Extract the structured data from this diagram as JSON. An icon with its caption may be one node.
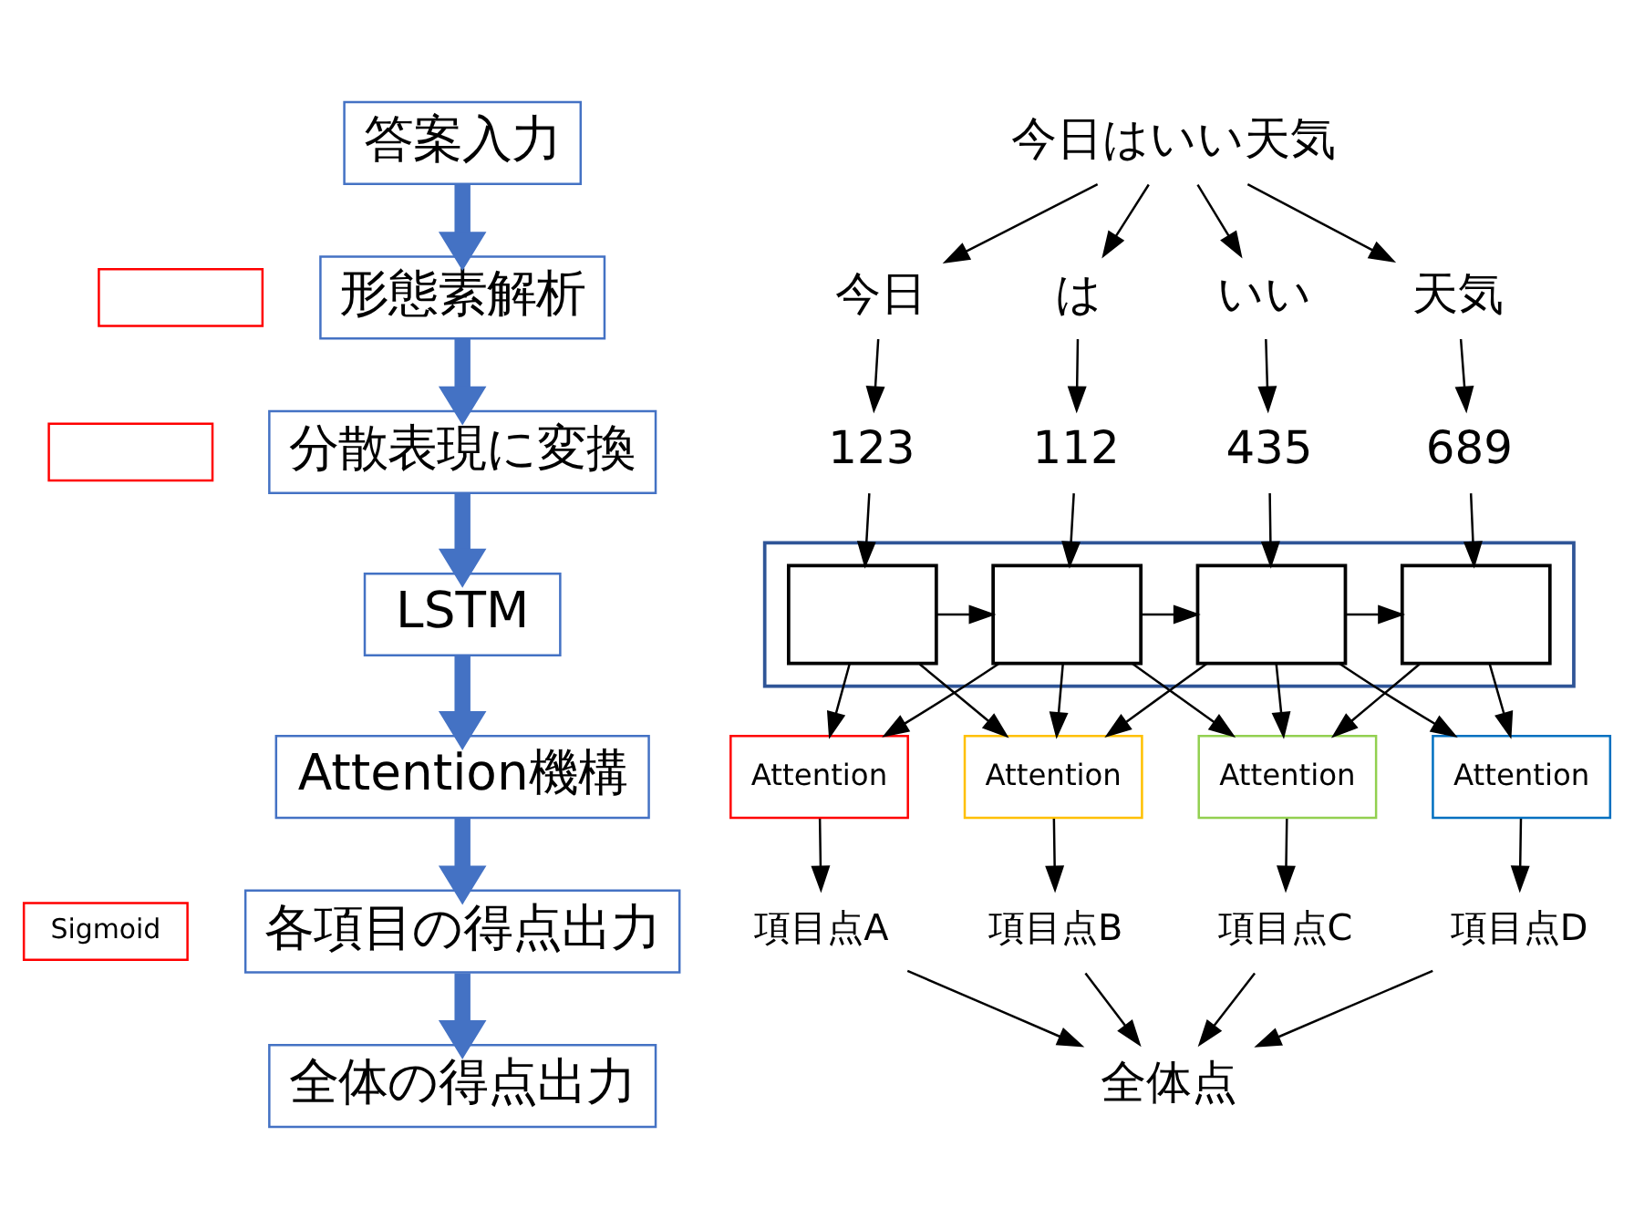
{
  "diagram": {
    "nodes": [
      {
        "text": [
          "答案入力"
        ]
      },
      {
        "text": [],
        "shape": "box"
      },
      {
        "text": [
          "形態素解析"
        ]
      },
      {
        "text": [],
        "shape": "box"
      },
      {
        "text": [
          "分散表現に変換"
        ]
      },
      {
        "text": [
          "LSTM"
        ]
      },
      {
        "text": [
          "Attention機構"
        ]
      },
      {
        "text": [
          "Sigmoid"
        ]
      },
      {
        "text": [
          "各項目の得点出力"
        ]
      },
      {
        "text": [
          "全体の得点出力"
        ]
      },
      {
        "text": [
          "今日はいい天気"
        ]
      },
      {
        "text": [
          "今日"
        ]
      },
      {
        "text": [
          "は"
        ]
      },
      {
        "text": [
          "いい"
        ]
      },
      {
        "text": [
          "天気"
        ]
      },
      {
        "text": [
          "123"
        ]
      },
      {
        "text": [
          "112"
        ]
      },
      {
        "text": [
          "435"
        ]
      },
      {
        "text": [
          "689"
        ]
      },
      {
        "text": [],
        "shape": "box"
      },
      {
        "text": [],
        "shape": "box",
        "in": 19
      },
      {
        "text": [],
        "shape": "box",
        "in": 19
      },
      {
        "text": [],
        "shape": "box",
        "in": 19
      },
      {
        "text": [],
        "shape": "box",
        "in": 19
      },
      {
        "text": [
          "Attention"
        ]
      },
      {
        "text": [
          "Attention"
        ]
      },
      {
        "text": [
          "Attention"
        ]
      },
      {
        "text": [
          "Attention"
        ]
      },
      {
        "text": [
          "項目点A"
        ]
      },
      {
        "text": [
          "項目点B"
        ]
      },
      {
        "text": [
          "項目点C"
        ]
      },
      {
        "text": [
          "項目点D"
        ]
      },
      {
        "text": [
          "全体点"
        ]
      }
    ],
    "edges": [
      {
        "from": 0,
        "to": 2,
        "arrow": "to",
        "style": "thick",
        "color": "#4472c4"
      },
      {
        "from": 2,
        "to": 4,
        "arrow": "to",
        "style": "thick",
        "color": "#4472c4"
      },
      {
        "from": 4,
        "to": 5,
        "arrow": "to",
        "style": "thick",
        "color": "#4472c4"
      },
      {
        "from": 5,
        "to": 6,
        "arrow": "to",
        "style": "thick",
        "color": "#4472c4"
      },
      {
        "from": 6,
        "to": 8,
        "arrow": "to",
        "style": "thick",
        "color": "#4472c4"
      },
      {
        "from": 8,
        "to": 9,
        "arrow": "to",
        "style": "thick",
        "color": "#4472c4"
      },
      {
        "from": 10,
        "to": 11,
        "arrow": "to"
      },
      {
        "from": 10,
        "to": 12,
        "arrow": "to"
      },
      {
        "from": 10,
        "to": 13,
        "arrow": "to"
      },
      {
        "from": 10,
        "to": 14,
        "arrow": "to"
      },
      {
        "from": 11,
        "to": 15,
        "arrow": "to"
      },
      {
        "from": 12,
        "to": 16,
        "arrow": "to"
      },
      {
        "from": 13,
        "to": 17,
        "arrow": "to"
      },
      {
        "from": 14,
        "to": 18,
        "arrow": "to"
      },
      {
        "from": 15,
        "to": 20,
        "arrow": "to"
      },
      {
        "from": 16,
        "to": 21,
        "arrow": "to"
      },
      {
        "from": 17,
        "to": 22,
        "arrow": "to"
      },
      {
        "from": 18,
        "to": 23,
        "arrow": "to"
      },
      {
        "from": 20,
        "to": 21,
        "arrow": "to"
      },
      {
        "from": 21,
        "to": 22,
        "arrow": "to"
      },
      {
        "from": 22,
        "to": 23,
        "arrow": "to"
      },
      {
        "from": 20,
        "to": 24,
        "arrow": "to"
      },
      {
        "from": 20,
        "to": 25,
        "arrow": "to"
      },
      {
        "from": 21,
        "to": 24,
        "arrow": "to"
      },
      {
        "from": 21,
        "to": 25,
        "arrow": "to"
      },
      {
        "from": 21,
        "to": 26,
        "arrow": "to"
      },
      {
        "from": 22,
        "to": 25,
        "arrow": "to"
      },
      {
        "from": 22,
        "to": 26,
        "arrow": "to"
      },
      {
        "from": 22,
        "to": 27,
        "arrow": "to"
      },
      {
        "from": 23,
        "to": 26,
        "arrow": "to"
      },
      {
        "from": 23,
        "to": 27,
        "arrow": "to"
      },
      {
        "from": 24,
        "to": 28,
        "arrow": "to"
      },
      {
        "from": 25,
        "to": 29,
        "arrow": "to"
      },
      {
        "from": 26,
        "to": 30,
        "arrow": "to"
      },
      {
        "from": 27,
        "to": 31,
        "arrow": "to"
      },
      {
        "from": 28,
        "to": 32,
        "arrow": "to"
      },
      {
        "from": 29,
        "to": 32,
        "arrow": "to"
      },
      {
        "from": 30,
        "to": 32,
        "arrow": "to"
      },
      {
        "from": 31,
        "to": 32,
        "arrow": "to"
      }
    ]
  }
}
